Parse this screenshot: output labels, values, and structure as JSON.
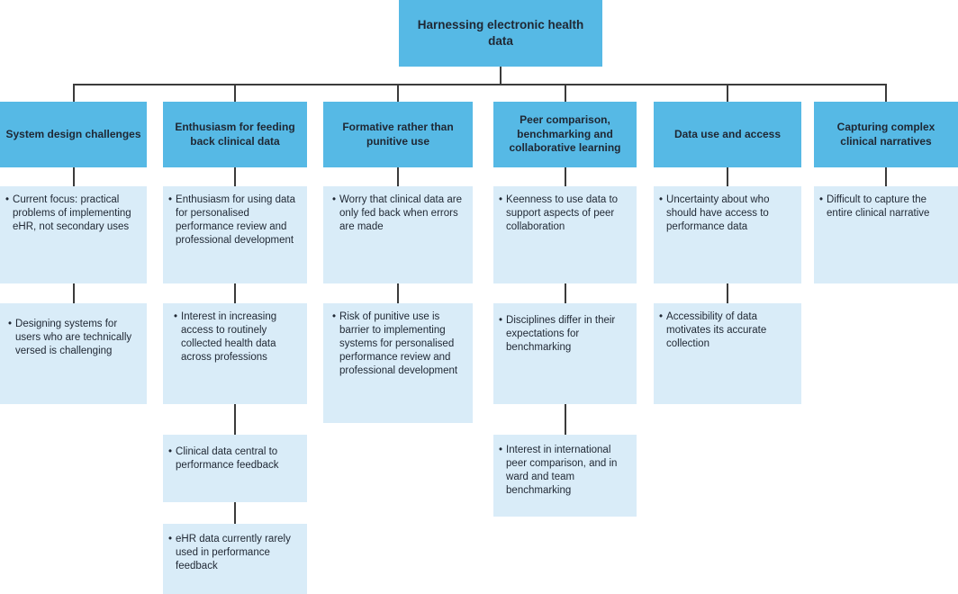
{
  "root": "Harnessing electronic health data",
  "colors": {
    "node": "#56b9e5",
    "leaf": "#d9ecf8",
    "line": "#3b3b3b",
    "text": "#1f2733"
  },
  "columns": [
    {
      "header": "System design challenges",
      "items": [
        "Current focus: practical problems of implementing eHR, not secondary uses",
        "Designing systems for users who are technically versed is challenging"
      ]
    },
    {
      "header": "Enthusiasm for feeding back clinical data",
      "items": [
        "Enthusiasm for using data for personalised performance review and professional development",
        "Interest in increasing access to routinely collected health data across professions",
        "Clinical data central to performance feedback",
        "eHR data currently rarely used in performance feedback"
      ]
    },
    {
      "header": "Formative rather than punitive use",
      "items": [
        "Worry that clinical data are only fed back when errors are made",
        "Risk of punitive use is barrier to implementing systems for personalised performance review and professional development"
      ]
    },
    {
      "header": "Peer comparison, benchmarking and collaborative learning",
      "items": [
        "Keenness to use data to support aspects of peer collaboration",
        "Disciplines differ in their expectations for benchmarking",
        "Interest in international peer comparison, and in ward and team benchmarking"
      ]
    },
    {
      "header": "Data use and access",
      "items": [
        "Uncertainty about who should have access to performance data",
        "Accessibility of data motivates its accurate collection"
      ]
    },
    {
      "header": "Capturing complex clinical narratives",
      "items": [
        "Difficult to capture the entire clinical narrative"
      ]
    }
  ]
}
